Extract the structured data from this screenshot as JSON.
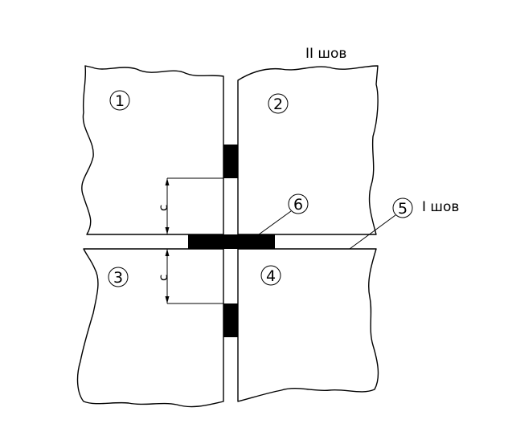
{
  "labels": {
    "seam_ii": "II шов",
    "seam_i": "I шов",
    "dim_upper": "c",
    "dim_lower": "c"
  },
  "parts": {
    "p1": "1",
    "p2": "2",
    "p3": "3",
    "p4": "4",
    "p5": "5",
    "p6": "6"
  },
  "colors": {
    "line": "#000000",
    "background": "#ffffff"
  }
}
